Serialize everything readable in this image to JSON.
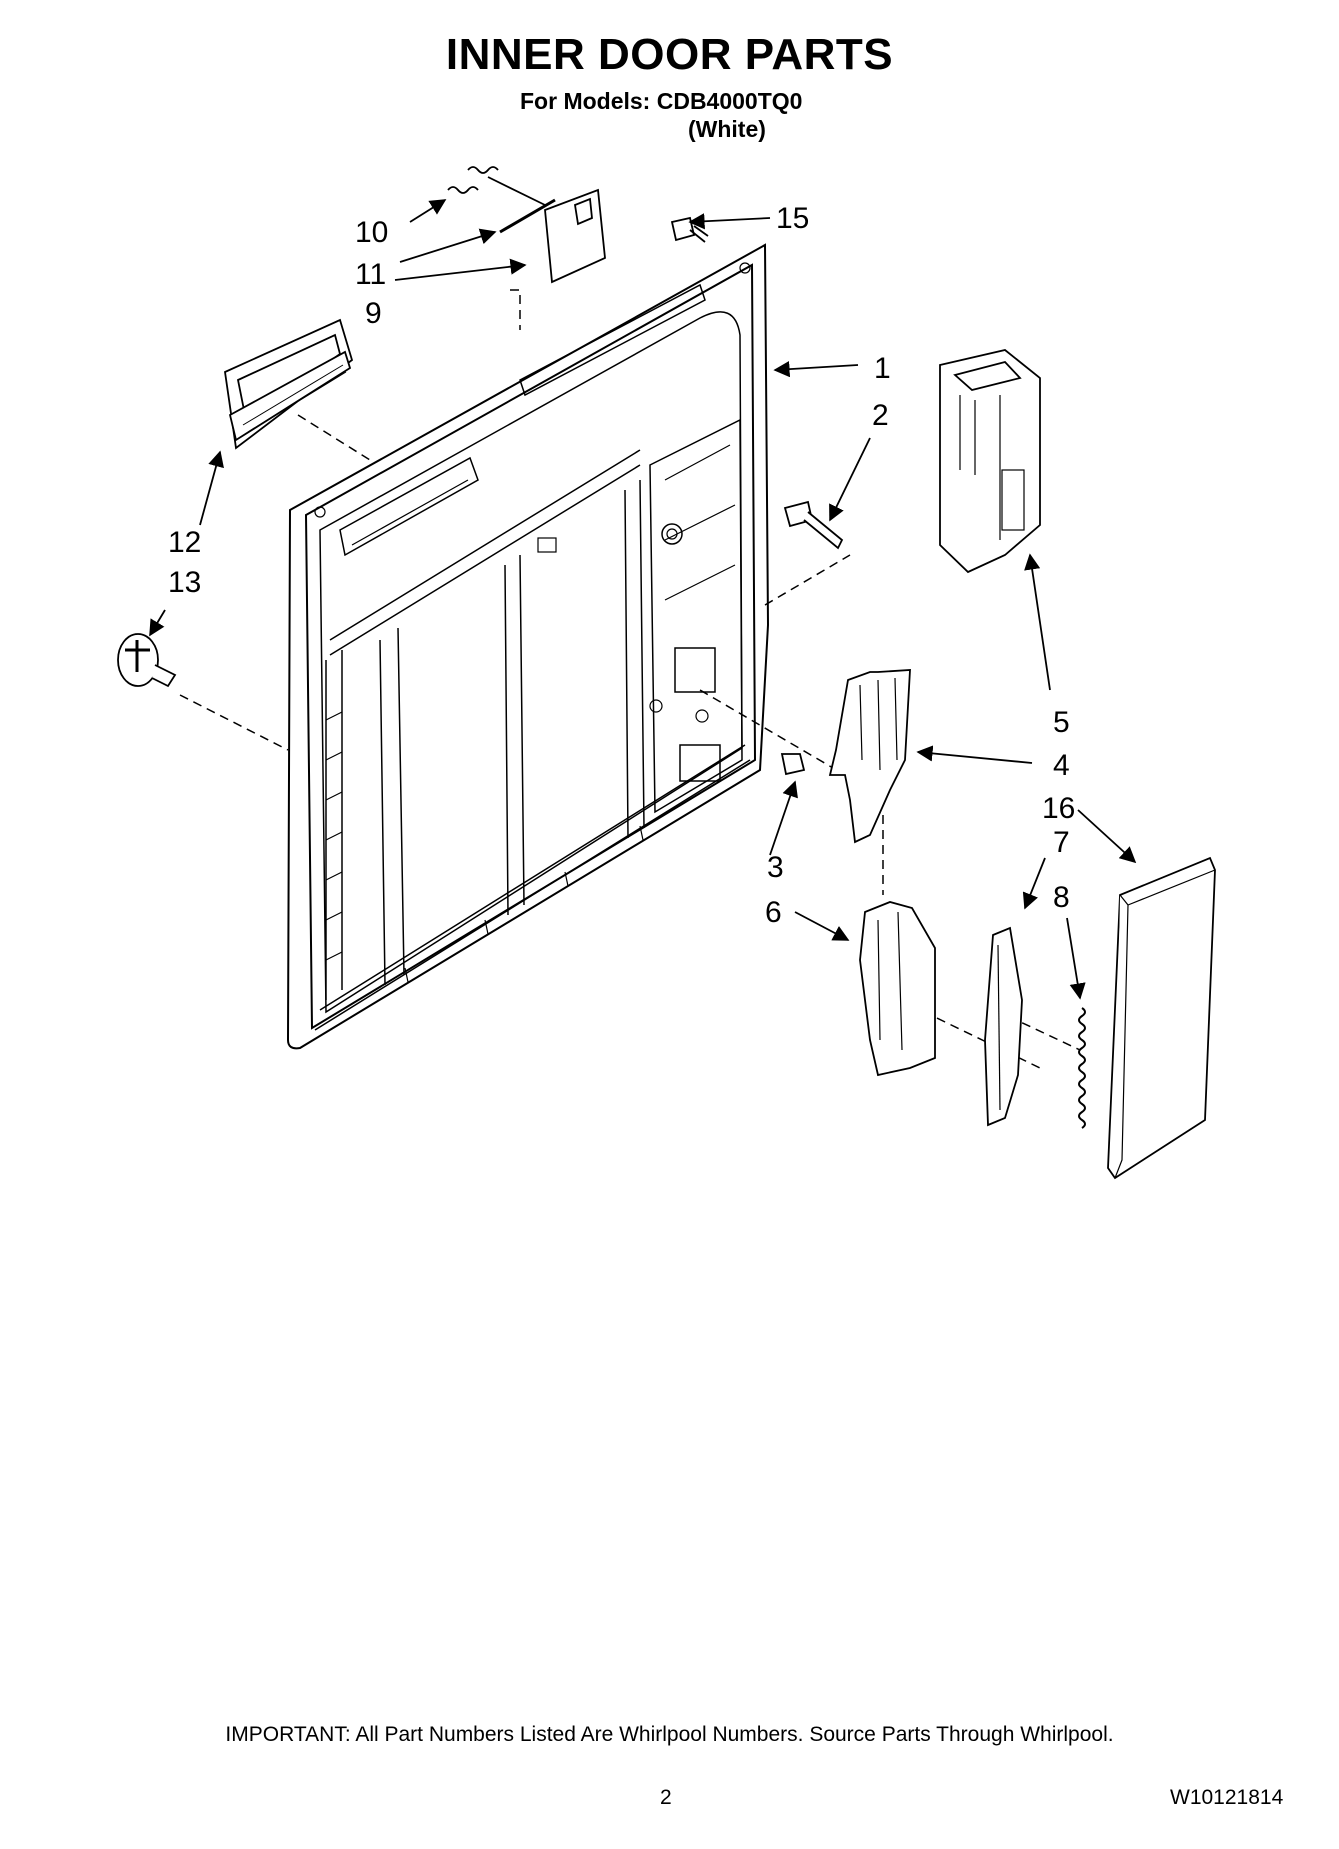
{
  "header": {
    "title": "INNER DOOR PARTS",
    "models": "For Models: CDB4000TQ0",
    "variant": "(White)"
  },
  "callouts": [
    "1",
    "2",
    "3",
    "4",
    "5",
    "6",
    "7",
    "8",
    "9",
    "10",
    "11",
    "12",
    "13",
    "15",
    "16"
  ],
  "footer": {
    "note": "IMPORTANT: All Part Numbers Listed Are Whirlpool Numbers. Source Parts Through Whirlpool.",
    "page": "2",
    "doc": "W10121814"
  }
}
